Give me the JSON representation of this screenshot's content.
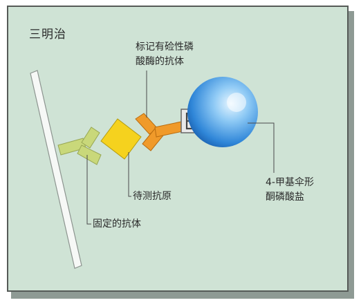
{
  "title": "三明治",
  "labels": {
    "enzyme_antibody_line1": "标记有硷性磷",
    "enzyme_antibody_line2": "酸酶的抗体",
    "substrate_line1": "4-甲基伞形",
    "substrate_line2": "酮磷酸盐",
    "antigen": "待测抗原",
    "fixed_antibody": "固定的抗体"
  },
  "colors": {
    "background": "#cfe3d5",
    "fixed_antibody": "#c9d87a",
    "antigen": "#f5d21e",
    "enzyme_antibody": "#f09a2a",
    "substrate_sphere": "#3b8fe0",
    "enzyme_tag": "#e9e9e9"
  }
}
